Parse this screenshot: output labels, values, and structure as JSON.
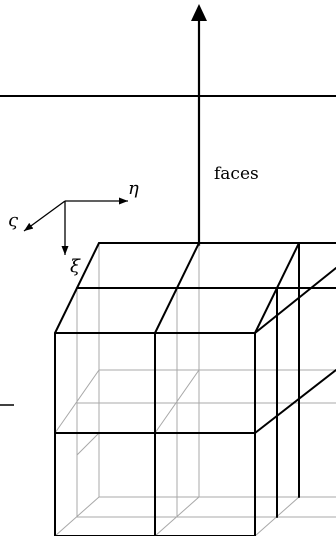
{
  "labels": {
    "arrow_label": "faces",
    "axis_eta": "η",
    "axis_xi": "ξ",
    "axis_zeta": "ς"
  },
  "colors": {
    "ink": "#000000",
    "hidden_edges": "#a8a8a8"
  }
}
